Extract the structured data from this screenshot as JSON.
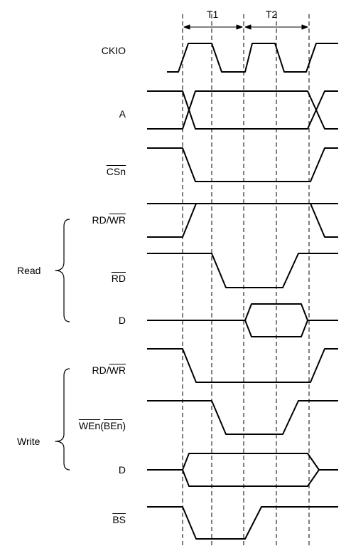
{
  "phases": {
    "t1": "T1",
    "t2": "T2"
  },
  "groups": {
    "read": "Read",
    "write": "Write"
  },
  "signals": {
    "ckio": "CKIO",
    "a": "A",
    "csn": "CSn",
    "read_rdwr_prefix": "RD/",
    "read_rdwr_bar": "WR",
    "read_rd": "RD",
    "read_d": "D",
    "write_rdwr_prefix": "RD/",
    "write_rdwr_bar": "WR",
    "write_wen": "WEn",
    "write_ben_open": "(",
    "write_ben": "BEn",
    "write_ben_close": ")",
    "write_d": "D",
    "bs": "BS"
  },
  "style": {
    "line_color": "#000000"
  }
}
